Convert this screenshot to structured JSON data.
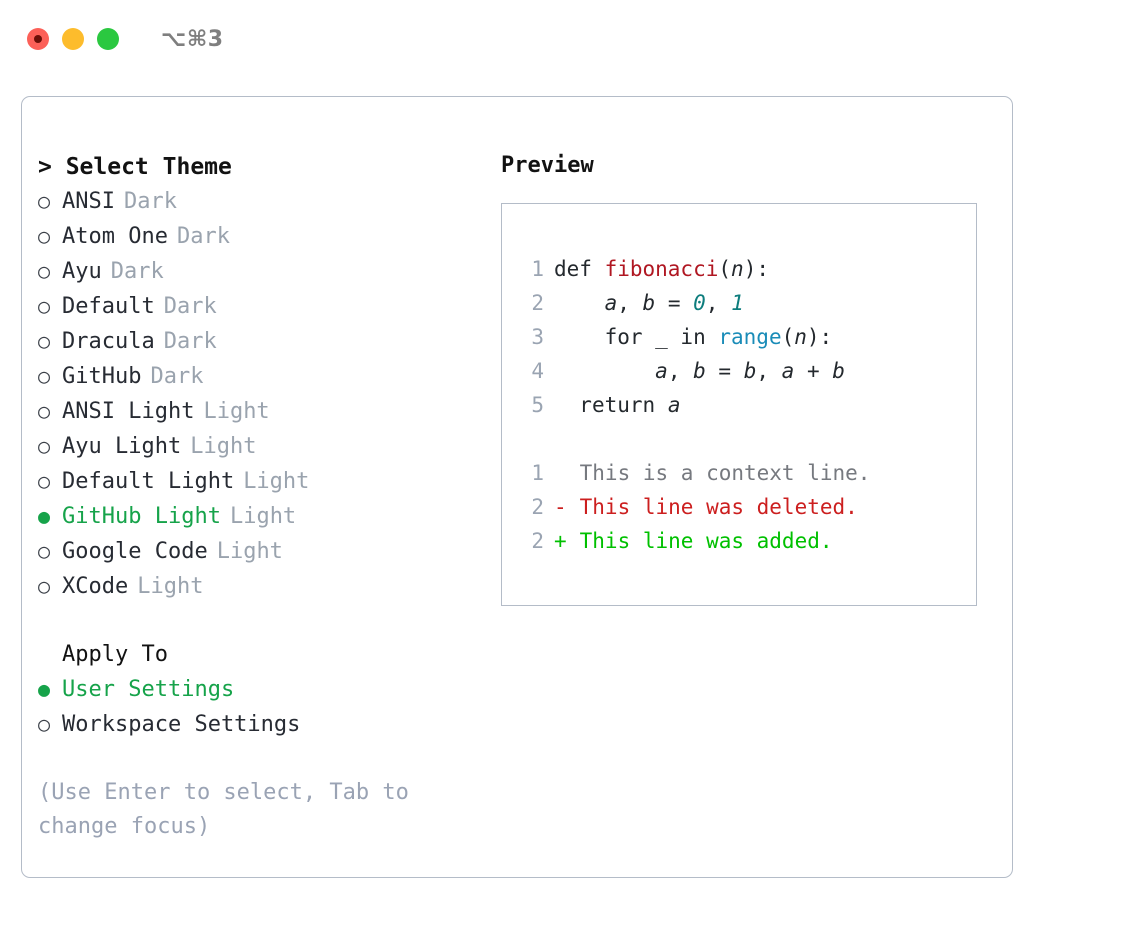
{
  "window": {
    "shortcut_label": "⌥⌘3",
    "traffic_lights": [
      "close",
      "minimize",
      "zoom"
    ]
  },
  "theme_selector": {
    "heading": "> Select Theme",
    "marker_selected": "●",
    "marker_unselected": "○",
    "selected_theme": "GitHub Light",
    "options": [
      {
        "name": "ANSI",
        "tag": "Dark",
        "selected": false
      },
      {
        "name": "Atom One",
        "tag": "Dark",
        "selected": false
      },
      {
        "name": "Ayu",
        "tag": "Dark",
        "selected": false
      },
      {
        "name": "Default",
        "tag": "Dark",
        "selected": false
      },
      {
        "name": "Dracula",
        "tag": "Dark",
        "selected": false
      },
      {
        "name": "GitHub",
        "tag": "Dark",
        "selected": false
      },
      {
        "name": "ANSI Light",
        "tag": "Light",
        "selected": false
      },
      {
        "name": "Ayu Light",
        "tag": "Light",
        "selected": false
      },
      {
        "name": "Default Light",
        "tag": "Light",
        "selected": false
      },
      {
        "name": "GitHub Light",
        "tag": "Light",
        "selected": true
      },
      {
        "name": "Google Code",
        "tag": "Light",
        "selected": false
      },
      {
        "name": "XCode",
        "tag": "Light",
        "selected": false
      }
    ]
  },
  "apply_to": {
    "heading": "Apply To",
    "selected_scope": "User Settings",
    "options": [
      {
        "name": "User Settings",
        "selected": true
      },
      {
        "name": "Workspace Settings",
        "selected": false
      }
    ]
  },
  "hint": {
    "text": "(Use Enter to select, Tab to change focus)"
  },
  "preview": {
    "title": "Preview",
    "code_lines": [
      {
        "num": "1",
        "indent": "",
        "tokens": [
          {
            "t": "def ",
            "k": "kw"
          },
          {
            "t": "fibonacci",
            "k": "fn"
          },
          {
            "t": "(",
            "k": "kw"
          },
          {
            "t": "n",
            "k": "ident"
          },
          {
            "t": "):",
            "k": "kw"
          }
        ]
      },
      {
        "num": "2",
        "indent": "    ",
        "tokens": [
          {
            "t": "a",
            "k": "ident"
          },
          {
            "t": ", ",
            "k": "kw"
          },
          {
            "t": "b",
            "k": "ident"
          },
          {
            "t": " = ",
            "k": "kw"
          },
          {
            "t": "0",
            "k": "num"
          },
          {
            "t": ", ",
            "k": "kw"
          },
          {
            "t": "1",
            "k": "num"
          }
        ]
      },
      {
        "num": "3",
        "indent": "    ",
        "tokens": [
          {
            "t": "for _ in ",
            "k": "kw"
          },
          {
            "t": "range",
            "k": "call"
          },
          {
            "t": "(",
            "k": "kw"
          },
          {
            "t": "n",
            "k": "ident"
          },
          {
            "t": "):",
            "k": "kw"
          }
        ]
      },
      {
        "num": "4",
        "indent": "        ",
        "tokens": [
          {
            "t": "a",
            "k": "ident"
          },
          {
            "t": ", ",
            "k": "kw"
          },
          {
            "t": "b",
            "k": "ident"
          },
          {
            "t": " = ",
            "k": "kw"
          },
          {
            "t": "b",
            "k": "ident"
          },
          {
            "t": ", ",
            "k": "kw"
          },
          {
            "t": "a",
            "k": "ident"
          },
          {
            "t": " + ",
            "k": "kw"
          },
          {
            "t": "b",
            "k": "ident"
          }
        ]
      },
      {
        "num": "5",
        "indent": "  ",
        "tokens": [
          {
            "t": "return ",
            "k": "kw"
          },
          {
            "t": "a",
            "k": "ident"
          }
        ]
      }
    ],
    "diff_lines": [
      {
        "num": "1",
        "sign": " ",
        "text": " This is a context line.",
        "kind": "context"
      },
      {
        "num": "2",
        "sign": "-",
        "text": " This line was deleted.",
        "kind": "deleted"
      },
      {
        "num": "2",
        "sign": "+",
        "text": " This line was added.",
        "kind": "added"
      }
    ]
  },
  "colors": {
    "accent_green": "#16a34a",
    "diff_added": "#00c000",
    "diff_deleted": "#cc1f1f",
    "muted": "#9aa3ae",
    "border": "#b4bcc8",
    "function_name": "#b01722",
    "number_literal": "#0d7d7d",
    "builtin_call": "#1a8cb8"
  }
}
